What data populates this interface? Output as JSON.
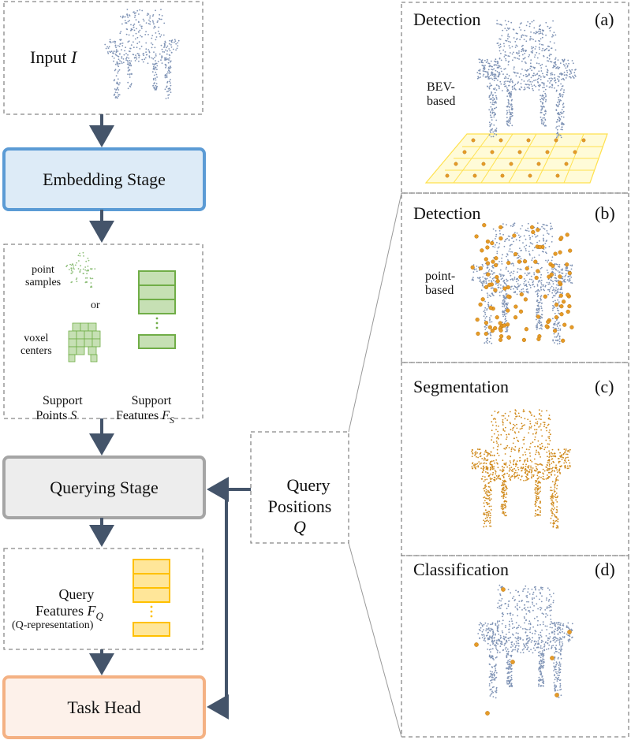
{
  "pipeline": {
    "input_label": "Input",
    "input_symbol": "I",
    "embedding_stage": "Embedding Stage",
    "point_samples": "point\nsamples",
    "or": "or",
    "voxel_centers": "voxel\ncenters",
    "support_points": "Support\nPoints",
    "support_points_symbol": "S",
    "support_features": "Support\nFeatures",
    "support_features_symbol": "F",
    "support_features_sub": "S",
    "querying_stage": "Querying Stage",
    "query_features": "Query\nFeatures",
    "query_features_symbol": "F",
    "query_features_sub": "Q",
    "q_representation": "(Q-representation)",
    "task_head": "Task Head"
  },
  "query_positions": {
    "label": "Query\nPositions",
    "symbol": "Q"
  },
  "panels": [
    {
      "title": "Detection",
      "tag": "(a)",
      "note": "BEV-\nbased"
    },
    {
      "title": "Detection",
      "tag": "(b)",
      "note": "point-\nbased"
    },
    {
      "title": "Segmentation",
      "tag": "(c)",
      "note": ""
    },
    {
      "title": "Classification",
      "tag": "(d)",
      "note": ""
    }
  ],
  "colors": {
    "arrow": "#44546a",
    "embedding_border": "#5b9bd5",
    "embedding_fill": "#ddebf7",
    "querying_border": "#a5a5a5",
    "querying_fill": "#ededed",
    "task_border": "#f4b183",
    "task_fill": "#fdf1ea",
    "support_feature_green": "#70ad47",
    "query_feature_yellow": "#ffc000",
    "point_blue": "#7f93b5",
    "point_orange": "#e69b28"
  }
}
